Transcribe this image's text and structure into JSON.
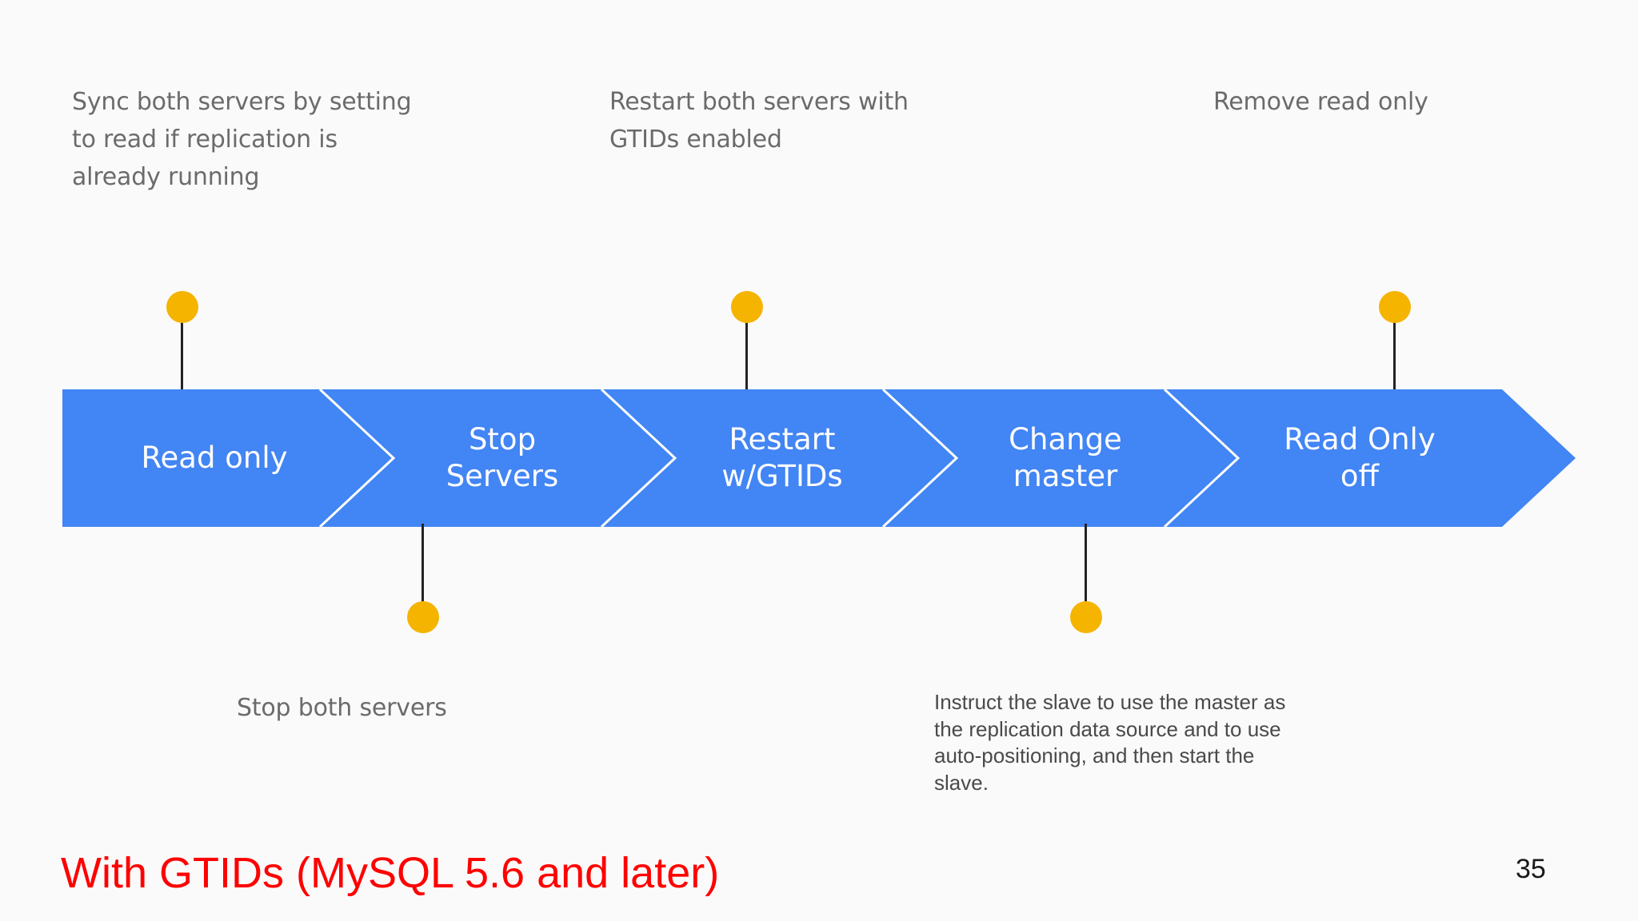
{
  "slide": {
    "background_color": "#fbfafb",
    "title": "With GTIDs (MySQL 5.6 and later)",
    "title_color": "#ff0000",
    "page_number": "35"
  },
  "process_bar": {
    "fill_color": "#4285f4",
    "separator_color": "#ffffff",
    "steps": [
      {
        "label": "Read only"
      },
      {
        "label": "Stop\nServers"
      },
      {
        "label": "Restart\nw/GTIDs"
      },
      {
        "label": "Change\nmaster"
      },
      {
        "label": "Read Only\noff"
      }
    ]
  },
  "annotations": {
    "dot_color": "#f5b400",
    "stem_color": "#232323",
    "text_color": "#6b6b6b",
    "above": [
      {
        "text": "Sync both servers by setting to read if replication is already running",
        "step": "Read only"
      },
      {
        "text": "Restart both servers with GTIDs enabled",
        "step": "Restart w/GTIDs"
      },
      {
        "text": "Remove read only",
        "step": "Read Only off"
      }
    ],
    "below": [
      {
        "text": "Stop both servers",
        "step": "Stop Servers"
      },
      {
        "text": "Instruct the slave to use the master as the replication data source and to use auto-positioning, and then start the slave.",
        "step": "Change master"
      }
    ]
  }
}
